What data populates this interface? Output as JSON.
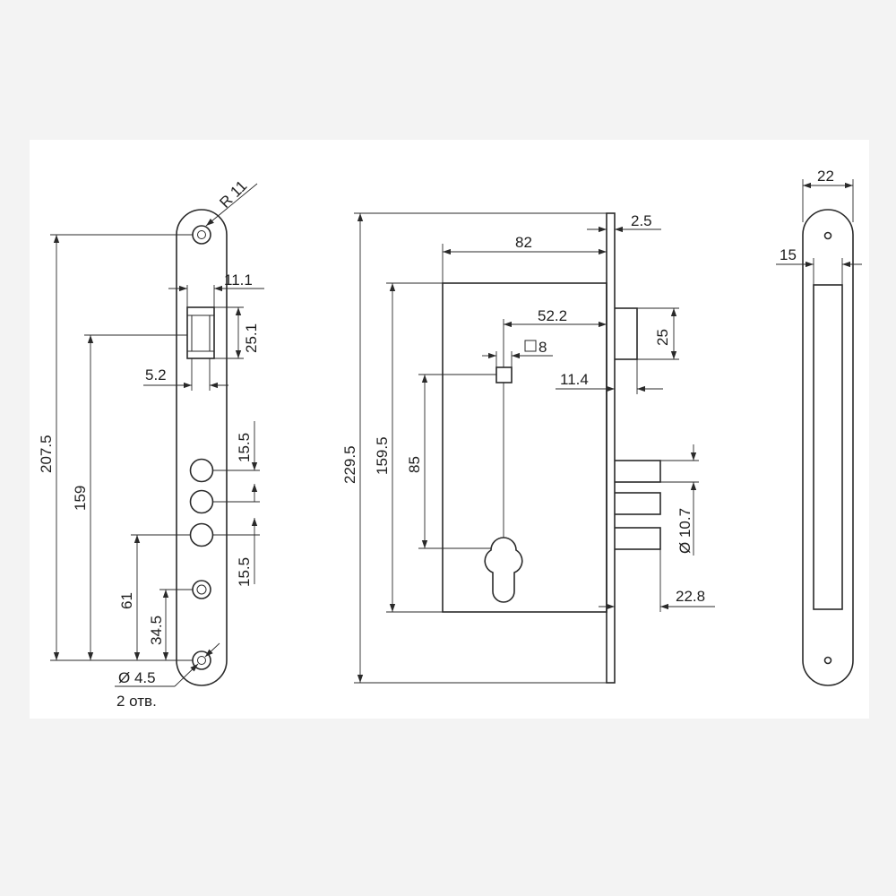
{
  "front_view": {
    "radius": "R 11",
    "slot_width": "11.1",
    "slot_height": "25.1",
    "slot_offset": "5.2",
    "total_height": "207.5",
    "to_slot": "159",
    "hole_pitch_upper": "15.5",
    "hole_pitch_lower": "15.5",
    "to_lower_hole": "61",
    "to_screw": "34.5",
    "screw_diameter": "Ø 4.5",
    "screw_count": "2 отв."
  },
  "side_view": {
    "faceplate_thickness": "2.5",
    "backset": "82",
    "latch_height": "25",
    "spindle_offset": "52.2",
    "spindle_square": "8",
    "latch_projection": "11.4",
    "total_height": "229.5",
    "body_height": "159.5",
    "spindle_to_cylinder": "85",
    "bolt_diameter": "Ø 10.7",
    "bolt_projection": "22.8"
  },
  "edge_view": {
    "width": "22",
    "inner_width": "15"
  }
}
